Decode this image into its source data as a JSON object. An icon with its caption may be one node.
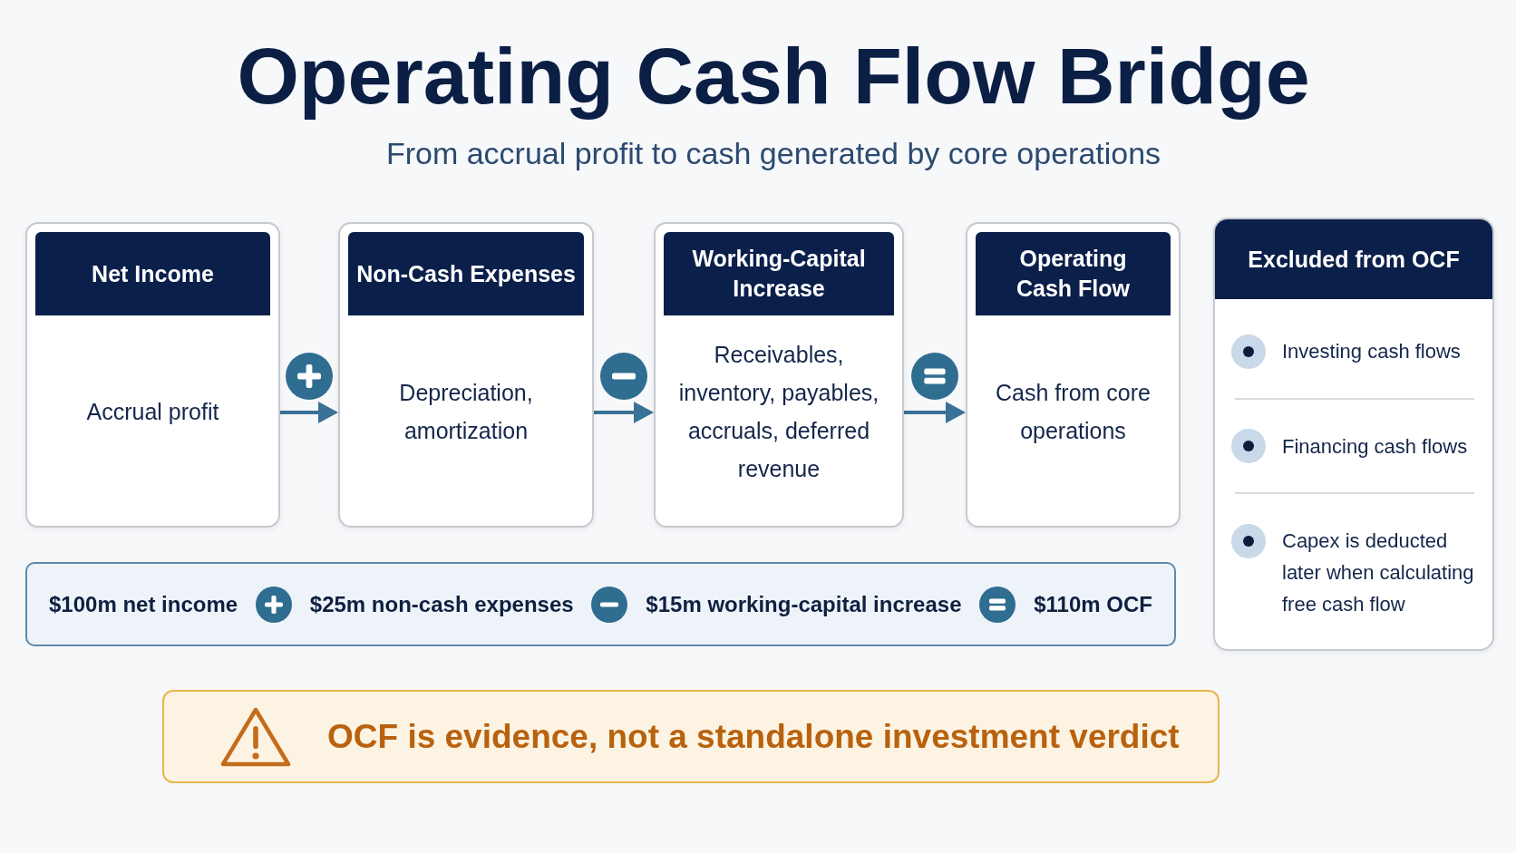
{
  "diagram": {
    "title": "Operating Cash Flow Bridge",
    "nodes": [
      {
        "text": [
          "Net Income",
          "Accrual profit"
        ]
      },
      {
        "text": [
          "Non-Cash Expenses",
          "Depreciation, amortization"
        ]
      },
      {
        "text": [
          "Working-Capital Increase",
          "Receivables, inventory, payables, accruals, deferred revenue"
        ]
      },
      {
        "text": [
          "Operating Cash Flow",
          "Cash from core operations"
        ]
      },
      {
        "text": [
          "Excluded from OCF",
          "Investing cash flows",
          "Financing cash flows",
          "Capex is deducted later when calculating free cash flow"
        ]
      },
      {
        "text": [
          "$100m net income",
          "$25m non-cash expenses",
          "$15m working-capital increase",
          "$110m OCF"
        ]
      },
      {
        "text": [
          "OCF is evidence, not a standalone investment verdict"
        ]
      }
    ],
    "edges": [
      {
        "from": 0,
        "to": 1,
        "arrow": "to"
      },
      {
        "from": 1,
        "to": 2,
        "arrow": "to"
      },
      {
        "from": 2,
        "to": 3,
        "arrow": "to"
      }
    ],
    "labels": [
      "From accrual profit to cash generated by core operations"
    ]
  }
}
